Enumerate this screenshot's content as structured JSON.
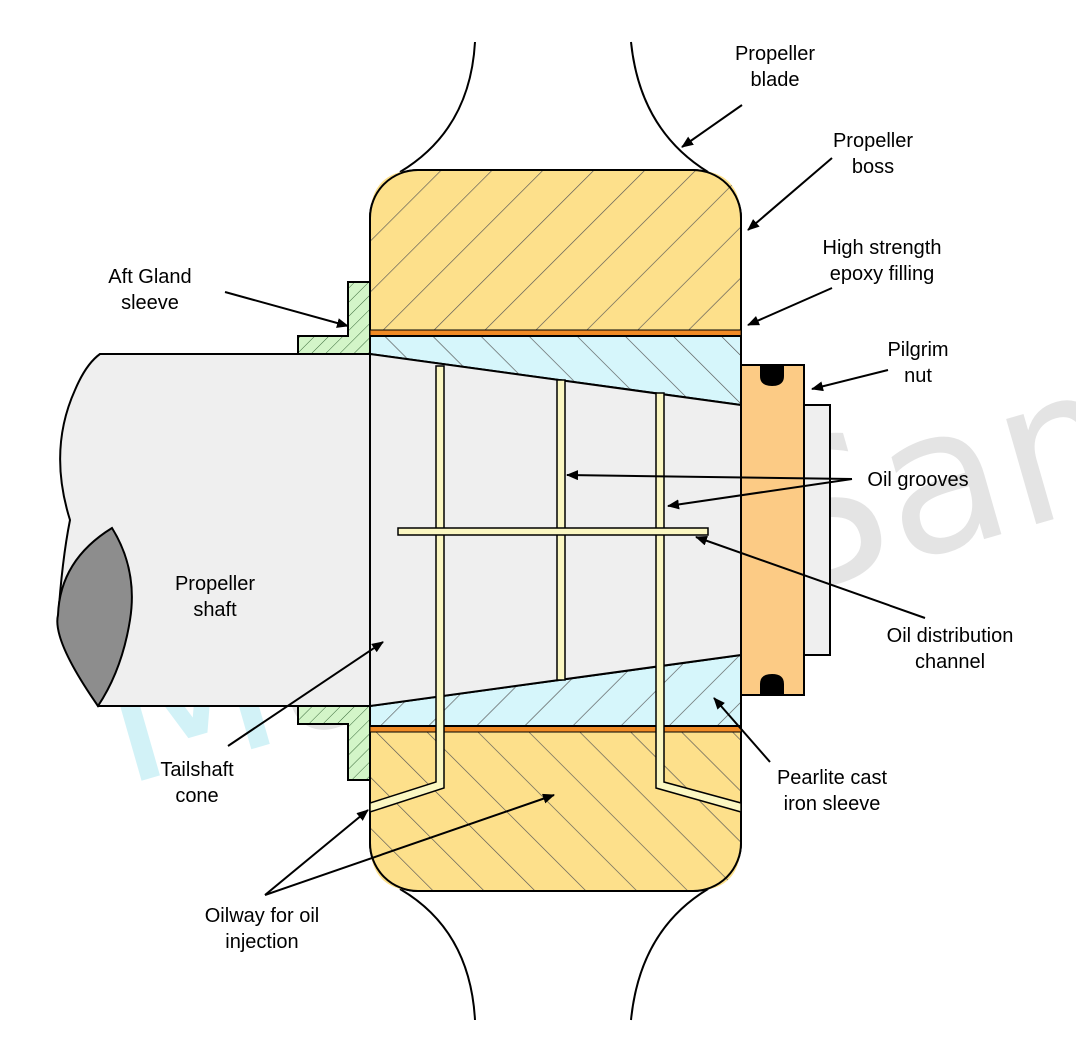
{
  "labels": {
    "propeller_blade": [
      "Propeller",
      "blade"
    ],
    "propeller_boss": [
      "Propeller",
      "boss"
    ],
    "epoxy": [
      "High strength",
      "epoxy filling"
    ],
    "aft_gland": [
      "Aft Gland",
      "sleeve"
    ],
    "pilgrim_nut": [
      "Pilgrim",
      "nut"
    ],
    "oil_grooves": "Oil grooves",
    "propeller_shaft": [
      "Propeller",
      "shaft"
    ],
    "oil_distribution": [
      "Oil distribution",
      "channel"
    ],
    "tailshaft_cone": [
      "Tailshaft",
      "cone"
    ],
    "pearlite": [
      "Pearlite cast",
      "iron sleeve"
    ],
    "oilway": [
      "Oilway for oil",
      "injection"
    ]
  },
  "watermark": "MarineSamraj",
  "colors": {
    "boss": "#fde08b",
    "cone": "#efefef",
    "sleeve": "#d6f6fb",
    "gland": "#d3f5c8",
    "epoxy": "#f08a24",
    "nut": "#fccb85",
    "shaft_end": "#8d8d8d",
    "groove": "#fbf7c2",
    "watermark_cyan": "#aee9f2",
    "watermark_gray": "#cfcfcf"
  }
}
